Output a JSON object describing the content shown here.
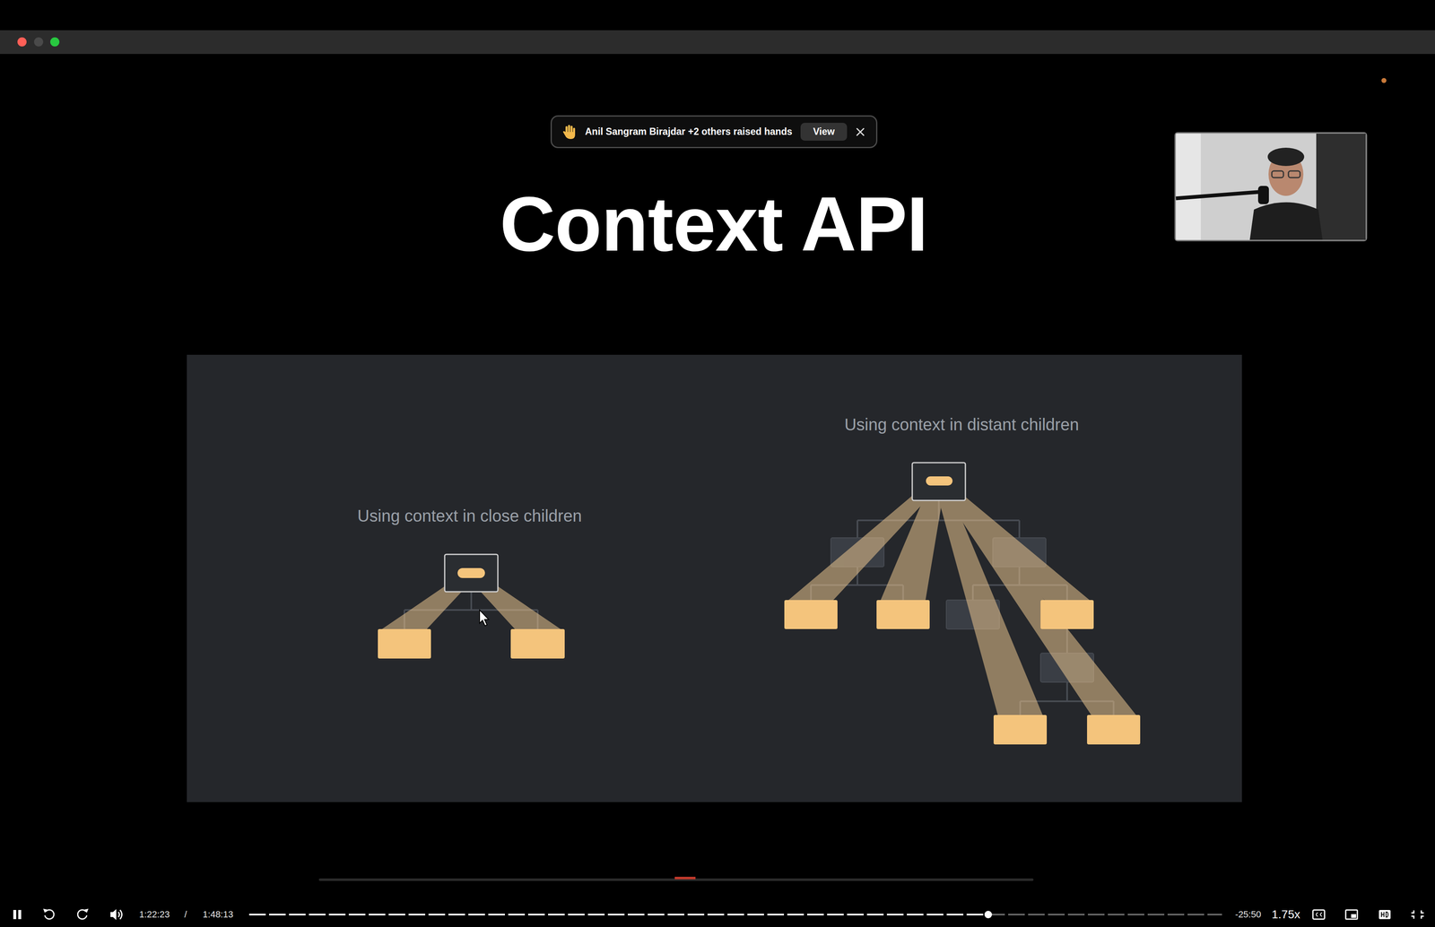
{
  "diagram": {
    "title": "Context API",
    "nodes": [
      {
        "text": [
          "Anil Sangram Birajdar +2 others raised hands"
        ]
      },
      {
        "text": [
          "View"
        ],
        "in": 0
      }
    ],
    "labels": [
      "Using context in close children",
      "Using context in distant children",
      "1:22:23",
      "/",
      "1:48:13",
      "-25:50",
      "1.75x"
    ]
  }
}
